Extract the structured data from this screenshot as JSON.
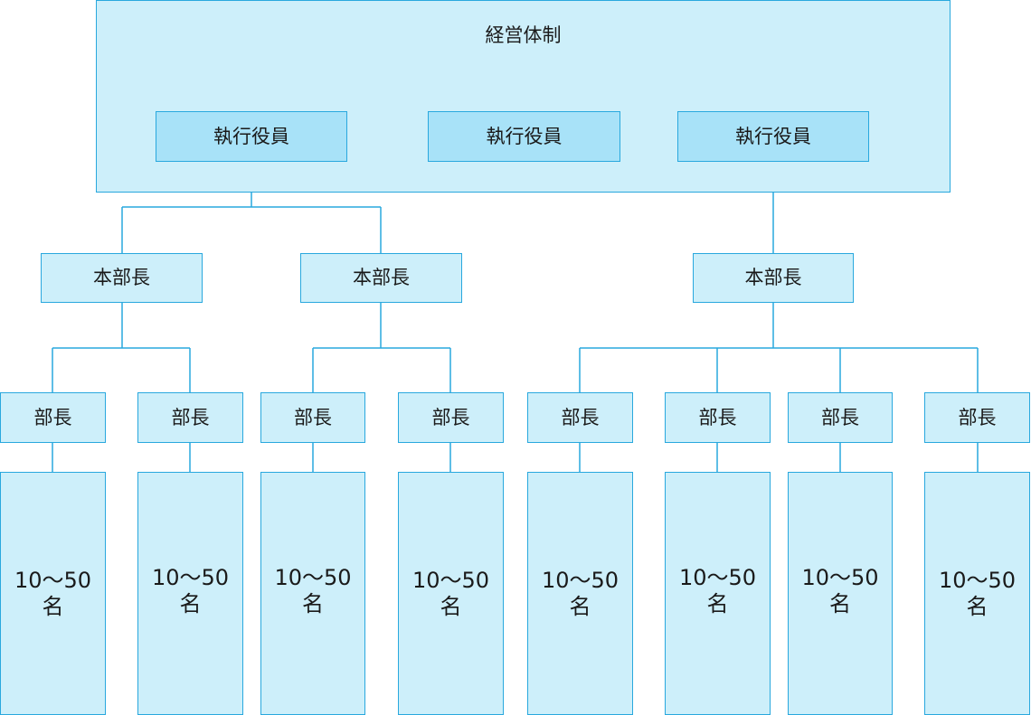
{
  "org": {
    "container_title": "経営体制",
    "executives": [
      {
        "label": "執行役員"
      },
      {
        "label": "執行役員"
      },
      {
        "label": "執行役員"
      }
    ],
    "division_heads": [
      {
        "label": "本部長"
      },
      {
        "label": "本部長"
      },
      {
        "label": "本部長"
      }
    ],
    "department_heads": [
      {
        "label": "部長"
      },
      {
        "label": "部長"
      },
      {
        "label": "部長"
      },
      {
        "label": "部長"
      },
      {
        "label": "部長"
      },
      {
        "label": "部長"
      },
      {
        "label": "部長"
      },
      {
        "label": "部長"
      }
    ],
    "staff_groups": [
      {
        "count": "10～50",
        "unit": "名"
      },
      {
        "count": "10～50",
        "unit": "名"
      },
      {
        "count": "10～50",
        "unit": "名"
      },
      {
        "count": "10～50",
        "unit": "名"
      },
      {
        "count": "10～50",
        "unit": "名"
      },
      {
        "count": "10～50",
        "unit": "名"
      },
      {
        "count": "10～50",
        "unit": "名"
      },
      {
        "count": "10～50",
        "unit": "名"
      }
    ]
  },
  "colors": {
    "box_fill": "#cdeffa",
    "exec_fill": "#a8e2f8",
    "border": "#29a8de",
    "connector": "#29a8de"
  }
}
